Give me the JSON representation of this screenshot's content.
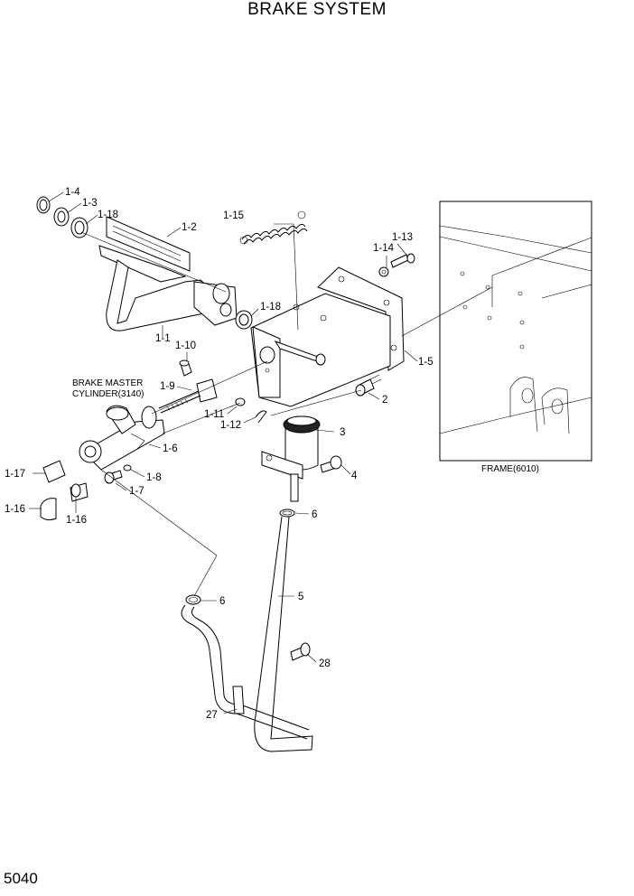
{
  "title": "BRAKE SYSTEM",
  "page_number": "5040",
  "frame_label": "FRAME(6010)",
  "master_cylinder_label": [
    "BRAKE MASTER",
    "CYLINDER(3140)"
  ],
  "callouts": {
    "c1_4": "1-4",
    "c1_3": "1-3",
    "c1_18a": "1-18",
    "c1_2": "1-2",
    "c1_15": "1-15",
    "c1_13": "1-13",
    "c1_14": "1-14",
    "c1_18b": "1-18",
    "c1_1": "1-1",
    "c1_10": "1-10",
    "c1_5": "1-5",
    "c1_9": "1-9",
    "c2": "2",
    "c1_11": "1-11",
    "c1_12": "1-12",
    "c3": "3",
    "c1_6": "1-6",
    "c1_17": "1-17",
    "c1_8": "1-8",
    "c4": "4",
    "c1_7": "1-7",
    "c1_16a": "1-16",
    "c1_16b": "1-16",
    "c6a": "6",
    "c6b": "6",
    "c5": "5",
    "c28": "28",
    "c27": "27"
  }
}
